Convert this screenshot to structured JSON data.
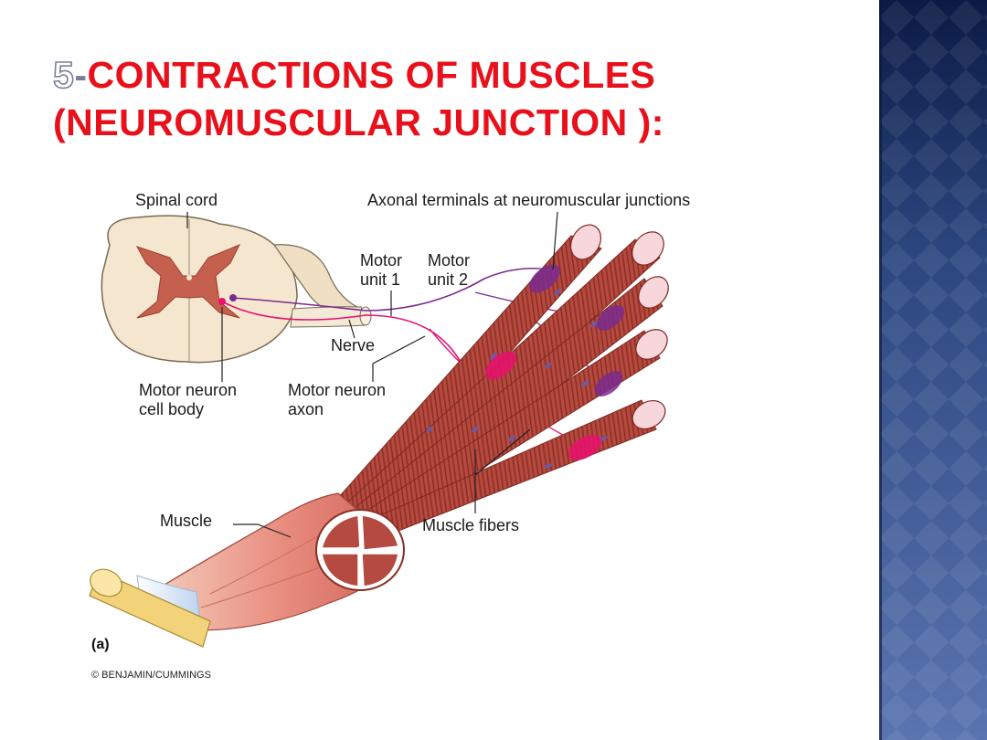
{
  "slide": {
    "title_number": "5",
    "title_dash": "-",
    "title_line1": "CONTRACTIONS OF MUSCLES",
    "title_line2": "(NEUROMUSCULAR JUNCTION ):"
  },
  "diagram": {
    "labels": {
      "spinal_cord": "Spinal cord",
      "axonal_terminals": "Axonal terminals at neuromuscular junctions",
      "motor_unit_1_a": "Motor",
      "motor_unit_1_b": "unit 1",
      "motor_unit_2_a": "Motor",
      "motor_unit_2_b": "unit 2",
      "nerve": "Nerve",
      "motor_neuron_cell_body_a": "Motor neuron",
      "motor_neuron_cell_body_b": "cell body",
      "motor_neuron_axon_a": "Motor neuron",
      "motor_neuron_axon_b": "axon",
      "muscle": "Muscle",
      "muscle_fibers": "Muscle fibers",
      "panel": "(a)",
      "copyright": "© BENJAMIN/CUMMINGS"
    },
    "colors": {
      "title_red": "#e8101a",
      "muscle_fiber": "#b0443a",
      "gray_matter": "#c5604f",
      "white_matter": "#f5e7cf",
      "motor_unit_1": "#e8116e",
      "motor_unit_2": "#7a2a8f",
      "tendon": "#f3d37a",
      "sidebar_dark": "#0b1a44",
      "sidebar_light": "#5a74b0"
    }
  }
}
